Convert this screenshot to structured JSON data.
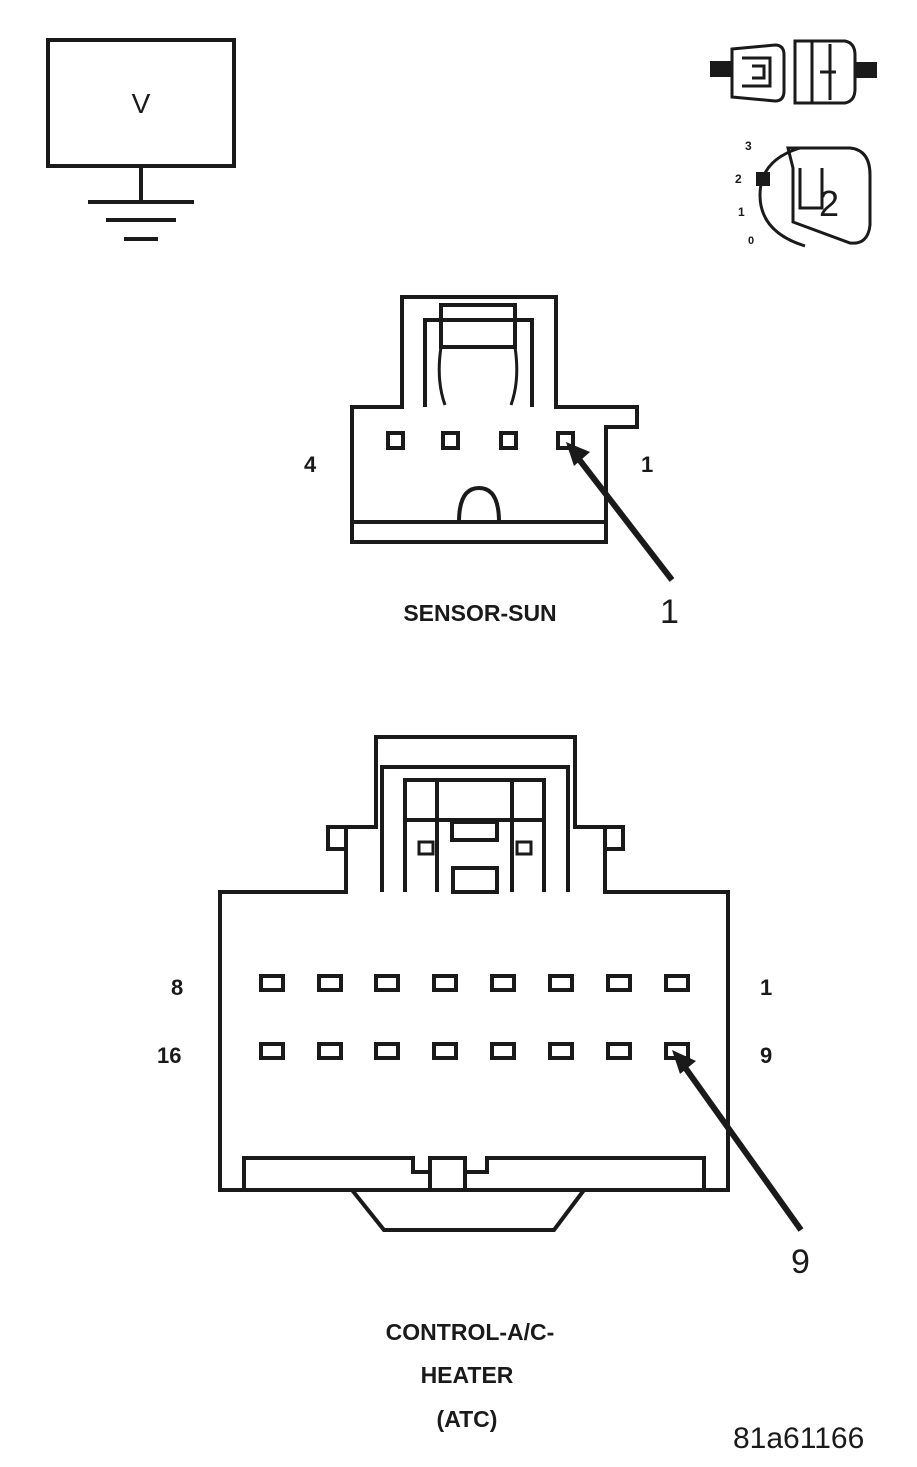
{
  "meter": {
    "symbol": "V"
  },
  "ignition": {
    "key_number": "2",
    "positions": [
      "3",
      "2",
      "1",
      "0"
    ]
  },
  "sun_sensor": {
    "name": "SENSOR-SUN",
    "pin_left": "4",
    "pin_right": "1",
    "callout": "1"
  },
  "atc_connector": {
    "name_lines": [
      "CONTROL-A/C-",
      "HEATER",
      "(ATC)"
    ],
    "row1_left": "8",
    "row1_right": "1",
    "row2_left": "16",
    "row2_right": "9",
    "callout": "9"
  },
  "figure_id": "81a61166"
}
